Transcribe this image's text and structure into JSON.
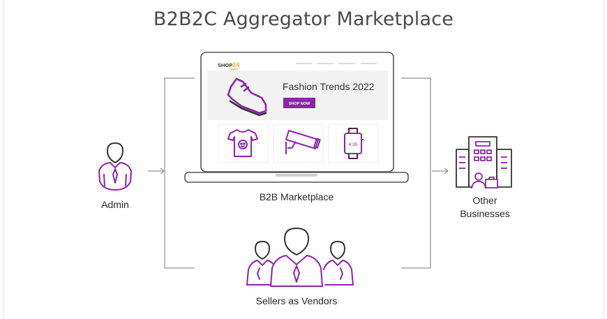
{
  "title": "B2B2C Aggregator Marketplace",
  "laptop": {
    "logo_text": "SHOP",
    "logo_number": "24",
    "banner_title": "Fashion Trends 2022",
    "banner_button": "SHOP NOW",
    "watch_time": "4:35",
    "caption": "B2B Marketplace"
  },
  "nodes": {
    "admin": "Admin",
    "other_businesses_line1": "Other",
    "other_businesses_line2": "Businesses",
    "sellers": "Sellers as Vendors"
  },
  "icons": {
    "admin": "admin-person-icon",
    "building": "office-building-icon",
    "sellers": "vendors-group-icon",
    "shoe": "sneaker-icon",
    "tshirt": "tshirt-icon",
    "camera": "cctv-camera-icon",
    "watch": "smartwatch-icon"
  },
  "colors": {
    "accent": "#8e24aa",
    "logo_accent": "#f5a623",
    "line": "#7a7a7a",
    "text": "#2b2b2b"
  }
}
